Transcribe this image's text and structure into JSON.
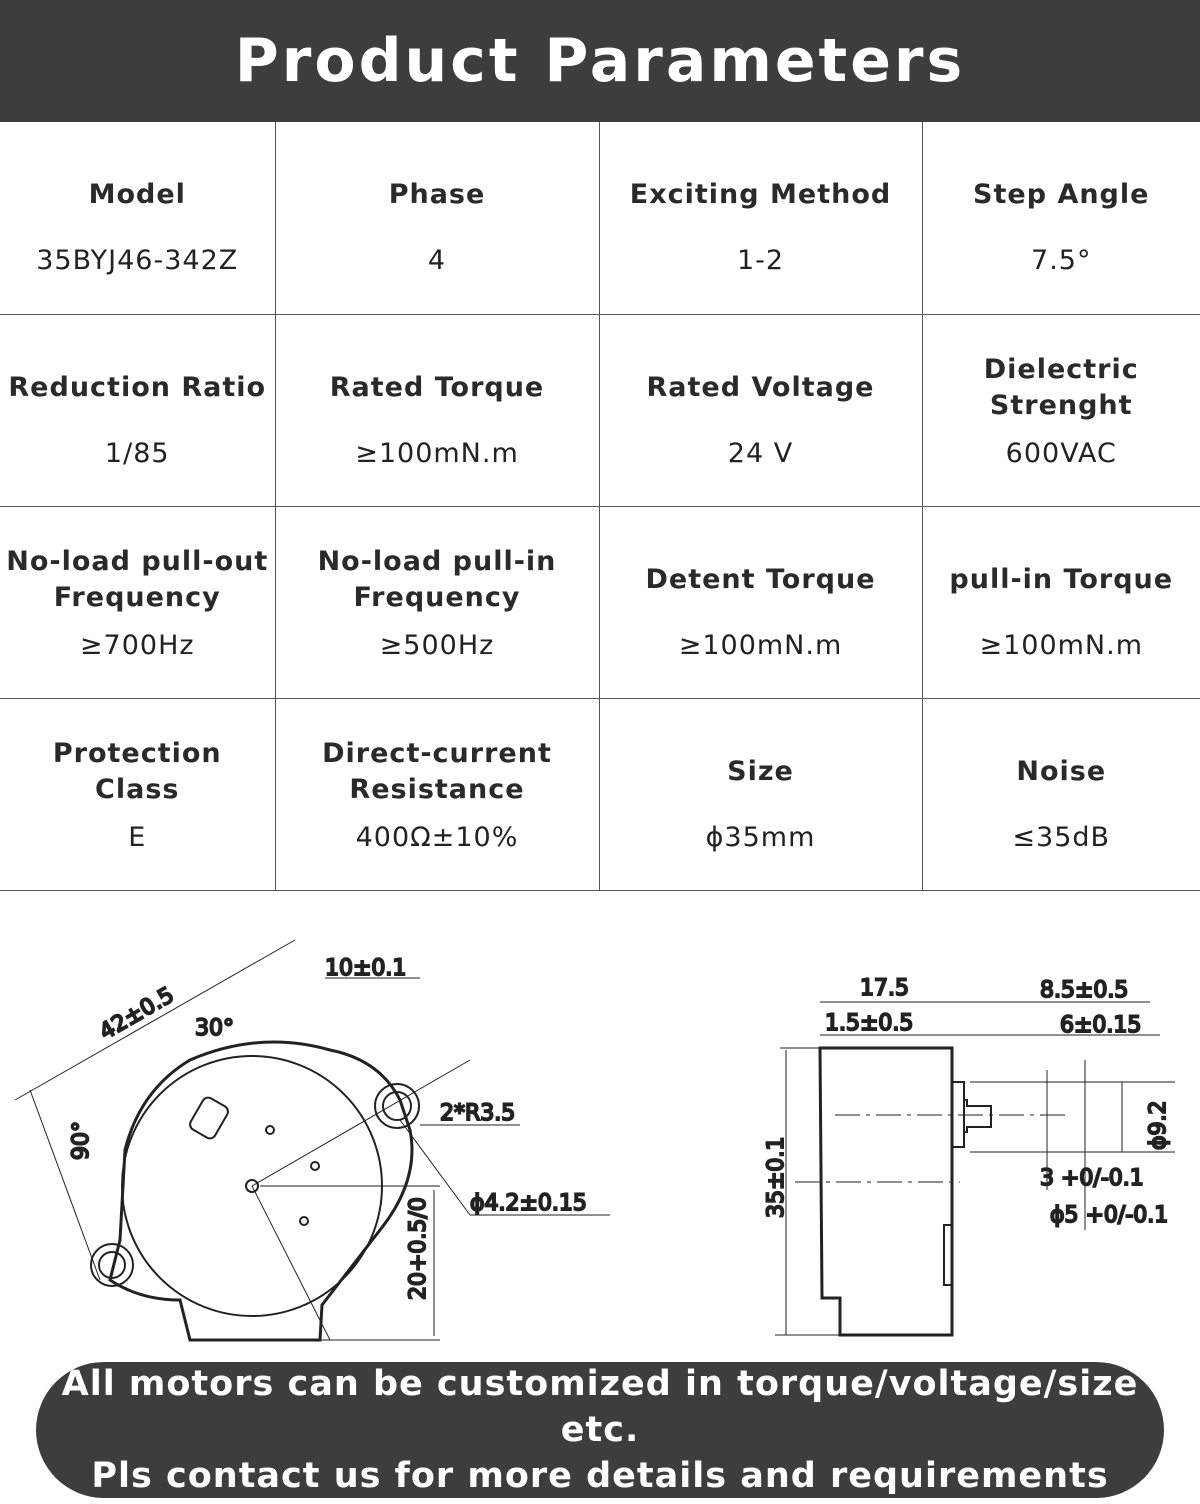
{
  "title": "Product Parameters",
  "params": [
    [
      {
        "label": "Model",
        "value": "35BYJ46-342Z"
      },
      {
        "label": "Phase",
        "value": "4"
      },
      {
        "label": "Exciting Method",
        "value": "1-2"
      },
      {
        "label": "Step Angle",
        "value": "7.5°"
      }
    ],
    [
      {
        "label": "Reduction Ratio",
        "value": "1/85"
      },
      {
        "label": "Rated Torque",
        "value": "≥100mN.m"
      },
      {
        "label": "Rated Voltage",
        "value": "24 V"
      },
      {
        "label": "Dielectric Strenght",
        "value": "600VAC"
      }
    ],
    [
      {
        "label": "No-load pull-out Frequency",
        "value": "≥700Hz"
      },
      {
        "label": "No-load pull-in Frequency",
        "value": "≥500Hz"
      },
      {
        "label": "Detent Torque",
        "value": "≥100mN.m"
      },
      {
        "label": "pull-in Torque",
        "value": "≥100mN.m"
      }
    ],
    [
      {
        "label": "Protection Class",
        "value": "E"
      },
      {
        "label": "Direct-current Resistance",
        "value": "400Ω±10%"
      },
      {
        "label": "Size",
        "value": "ϕ35mm"
      },
      {
        "label": "Noise",
        "value": "≤35dB"
      }
    ]
  ],
  "drawing_front": {
    "d1": "42±0.5",
    "d2": "30°",
    "d3": "10±0.1",
    "d4": "90°",
    "d5": "2*R3.5",
    "d6": "ϕ4.2±0.15",
    "d7": "20+0.5/0"
  },
  "drawing_side": {
    "d1": "17.5",
    "d2": "8.5±0.5",
    "d3": "1.5±0.5",
    "d4": "6±0.15",
    "d5": "ϕ9.2",
    "d6": "35±0.1",
    "d7": "3 +0/-0.1",
    "d8": "ϕ5 +0/-0.1"
  },
  "banner": {
    "line1": "All motors can be customized in torque/voltage/size etc.",
    "line2": "Pls contact us for more details and requirements"
  }
}
